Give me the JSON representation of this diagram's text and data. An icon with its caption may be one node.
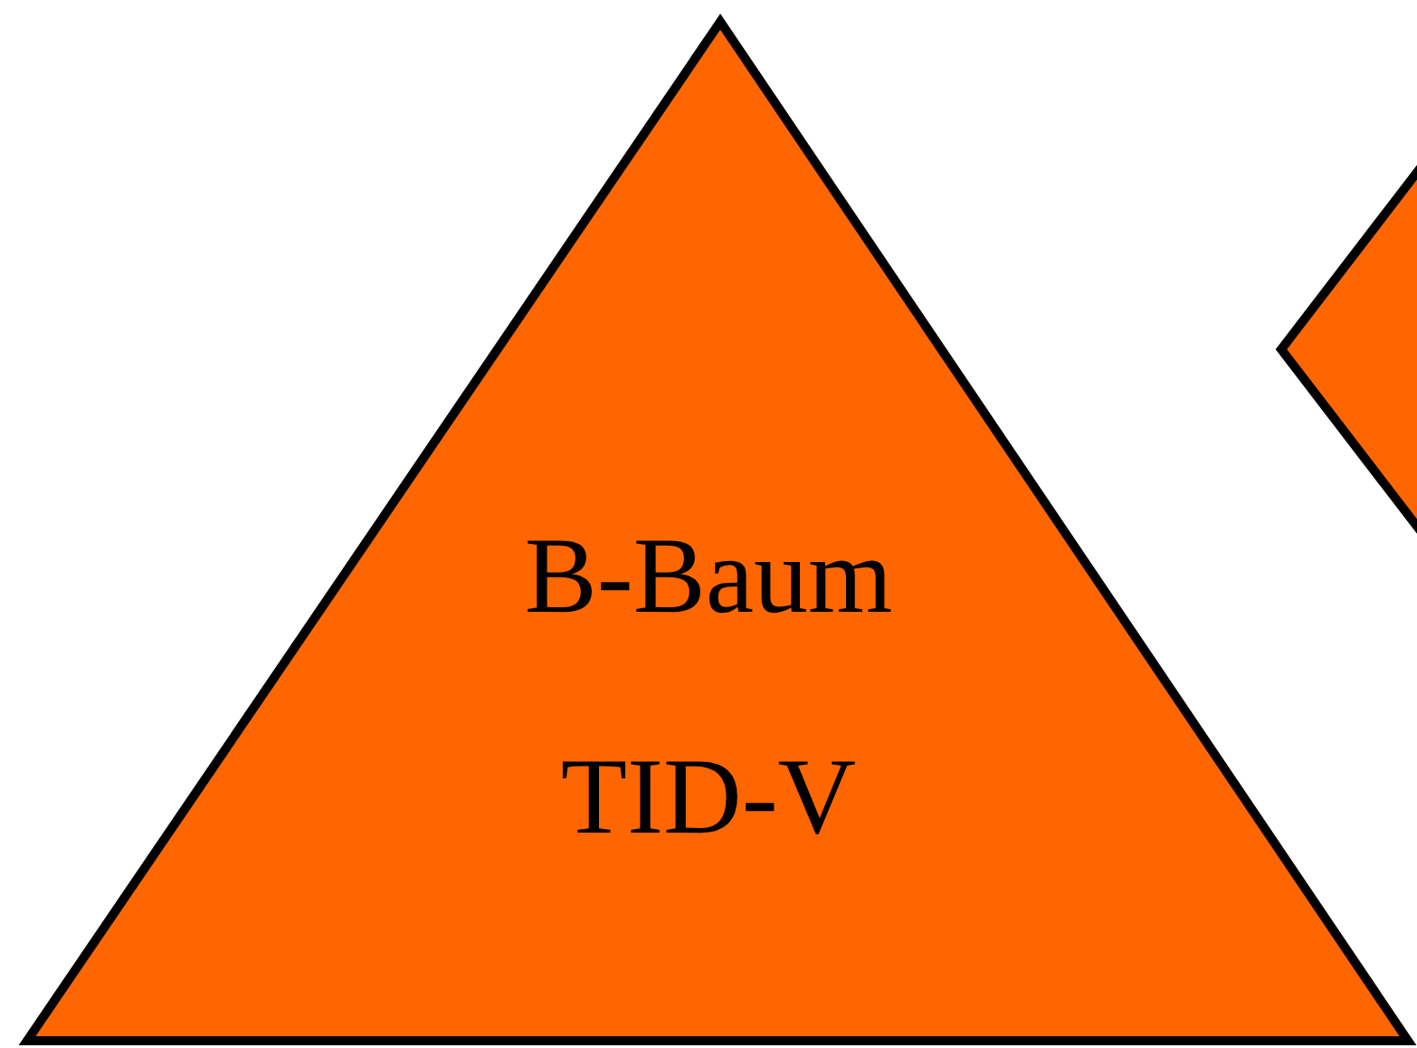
{
  "diagram": {
    "nodes": [
      {
        "text": [
          "B-Baum",
          "TID-V"
        ]
      },
      {
        "text": [],
        "shape": "triangle"
      }
    ]
  }
}
